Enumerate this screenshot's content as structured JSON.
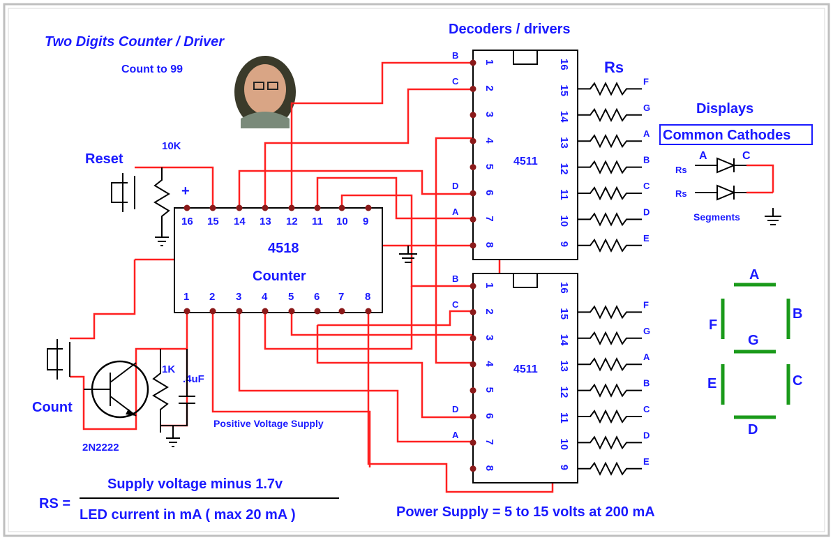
{
  "title": "Two Digits Counter / Driver",
  "subtitle": "Count to 99",
  "decoders_title": "Decoders / drivers",
  "rs_header": "Rs",
  "reset_label": "Reset",
  "count_label": "Count",
  "res_10k": "10K",
  "res_1k": "1K",
  "cap_label": ".4uF",
  "plus_label": "+",
  "transistor_label": "2N2222",
  "counter_ic_number": "4518",
  "counter_ic_label": "Counter",
  "decoder_ic_label": "4511",
  "counter_top_pins": [
    "16",
    "15",
    "14",
    "13",
    "12",
    "11",
    "10",
    "9"
  ],
  "counter_bottom_pins": [
    "1",
    "2",
    "3",
    "4",
    "5",
    "6",
    "7",
    "8"
  ],
  "decoder_left_pins": [
    "1",
    "2",
    "3",
    "4",
    "5",
    "6",
    "7",
    "8"
  ],
  "decoder_right_pins": [
    "16",
    "15",
    "14",
    "13",
    "12",
    "11",
    "10",
    "9"
  ],
  "decoder_inputs": [
    "B",
    "C",
    "D",
    "A"
  ],
  "segment_outputs": [
    "F",
    "G",
    "A",
    "B",
    "C",
    "D",
    "E"
  ],
  "positive_supply_label": "Positive Voltage Supply",
  "displays_title": "Displays",
  "common_cathodes": "Common Cathodes",
  "led_a": "A",
  "led_c": "C",
  "led_rs": "Rs",
  "segments_label": "Segments",
  "seven_seg": {
    "A": "A",
    "B": "B",
    "C": "C",
    "D": "D",
    "E": "E",
    "F": "F",
    "G": "G"
  },
  "formula": {
    "lhs": "RS =",
    "numerator": "Supply voltage minus 1.7v",
    "denominator": "LED current in mA ( max 20 mA )"
  },
  "power_supply": "Power Supply = 5 to 15 volts at 200 mA",
  "colors": {
    "wire": "#ff2020",
    "text": "#1a1aff",
    "segment": "#1a9a1a"
  }
}
